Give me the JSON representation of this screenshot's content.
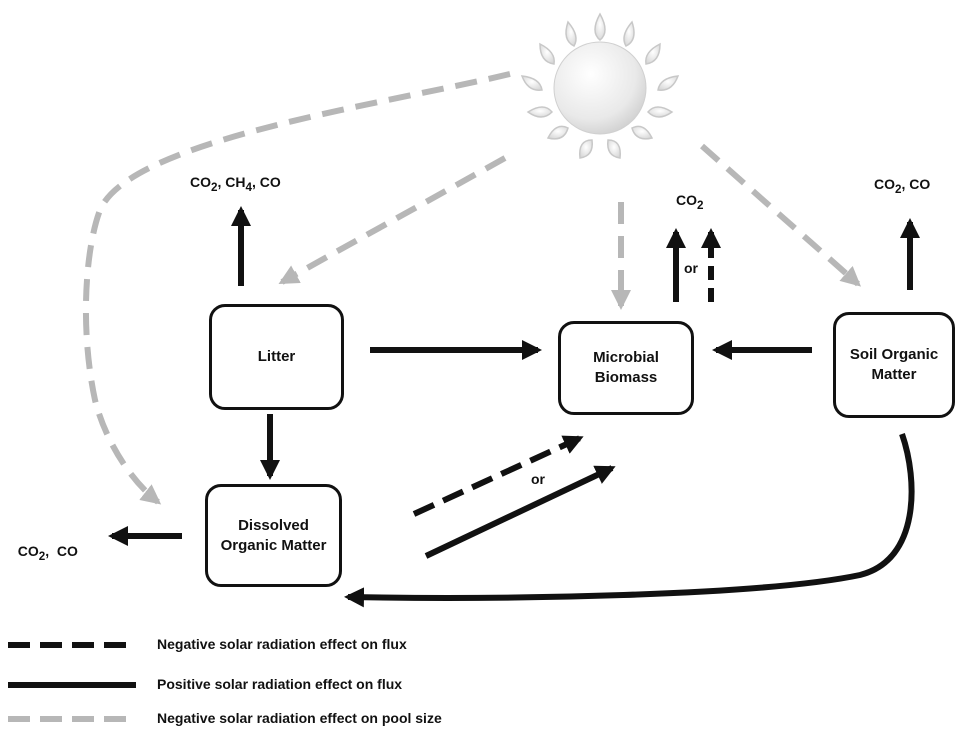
{
  "boxes": {
    "litter": "Litter",
    "microbial": "Microbial Biomass",
    "soil": "Soil Organic Matter",
    "dom": "Dissolved Organic Matter"
  },
  "emissions": {
    "litter": [
      "CO",
      "2",
      ", CH",
      "4",
      ", CO"
    ],
    "microbial": [
      "CO",
      "2"
    ],
    "soil": [
      "CO",
      "2",
      ", CO"
    ],
    "dom": [
      "CO",
      "2",
      ",  CO"
    ]
  },
  "or_labels": {
    "microbial_out": "or",
    "dom_in": "or"
  },
  "legend": [
    {
      "style": "black-dashed",
      "text": "Negative solar radiation effect on flux"
    },
    {
      "style": "black-solid",
      "text": "Positive solar radiation effect on flux"
    },
    {
      "style": "gray-dashed",
      "text": "Negative solar radiation effect on pool size"
    }
  ],
  "colors": {
    "flux": "#111111",
    "pool_effect": "#b7b7b7",
    "sun": "#e6e6e6"
  },
  "icons": {
    "sun": "sun-icon"
  }
}
